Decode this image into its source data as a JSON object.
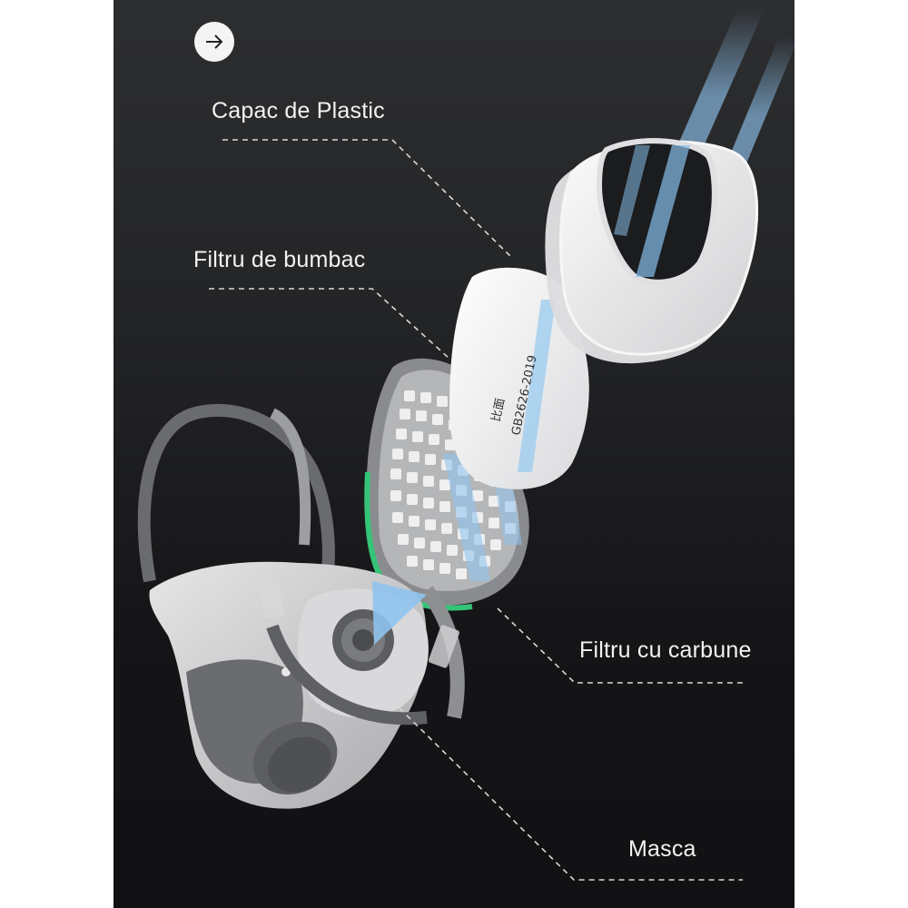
{
  "navigation": {
    "next_icon": "arrow-right-icon"
  },
  "labels": {
    "plastic_cap": "Capac de Plastic",
    "cotton_filter": "Filtru de bumbac",
    "carbon_filter": "Filtru cu carbune",
    "mask": "Masca"
  },
  "product_print": {
    "chinese_text": "比面",
    "standard_code": "GB2626-2019"
  },
  "colors": {
    "panel_background": "#1c1d1f",
    "page_background": "#ffffff",
    "label_text": "#f2f2f2",
    "airflow_blue": "#7fb8e6",
    "carbon_filter_accent": "#2fbf6a",
    "component_white": "#e9e9ea",
    "component_grey": "#7d7d7f"
  }
}
